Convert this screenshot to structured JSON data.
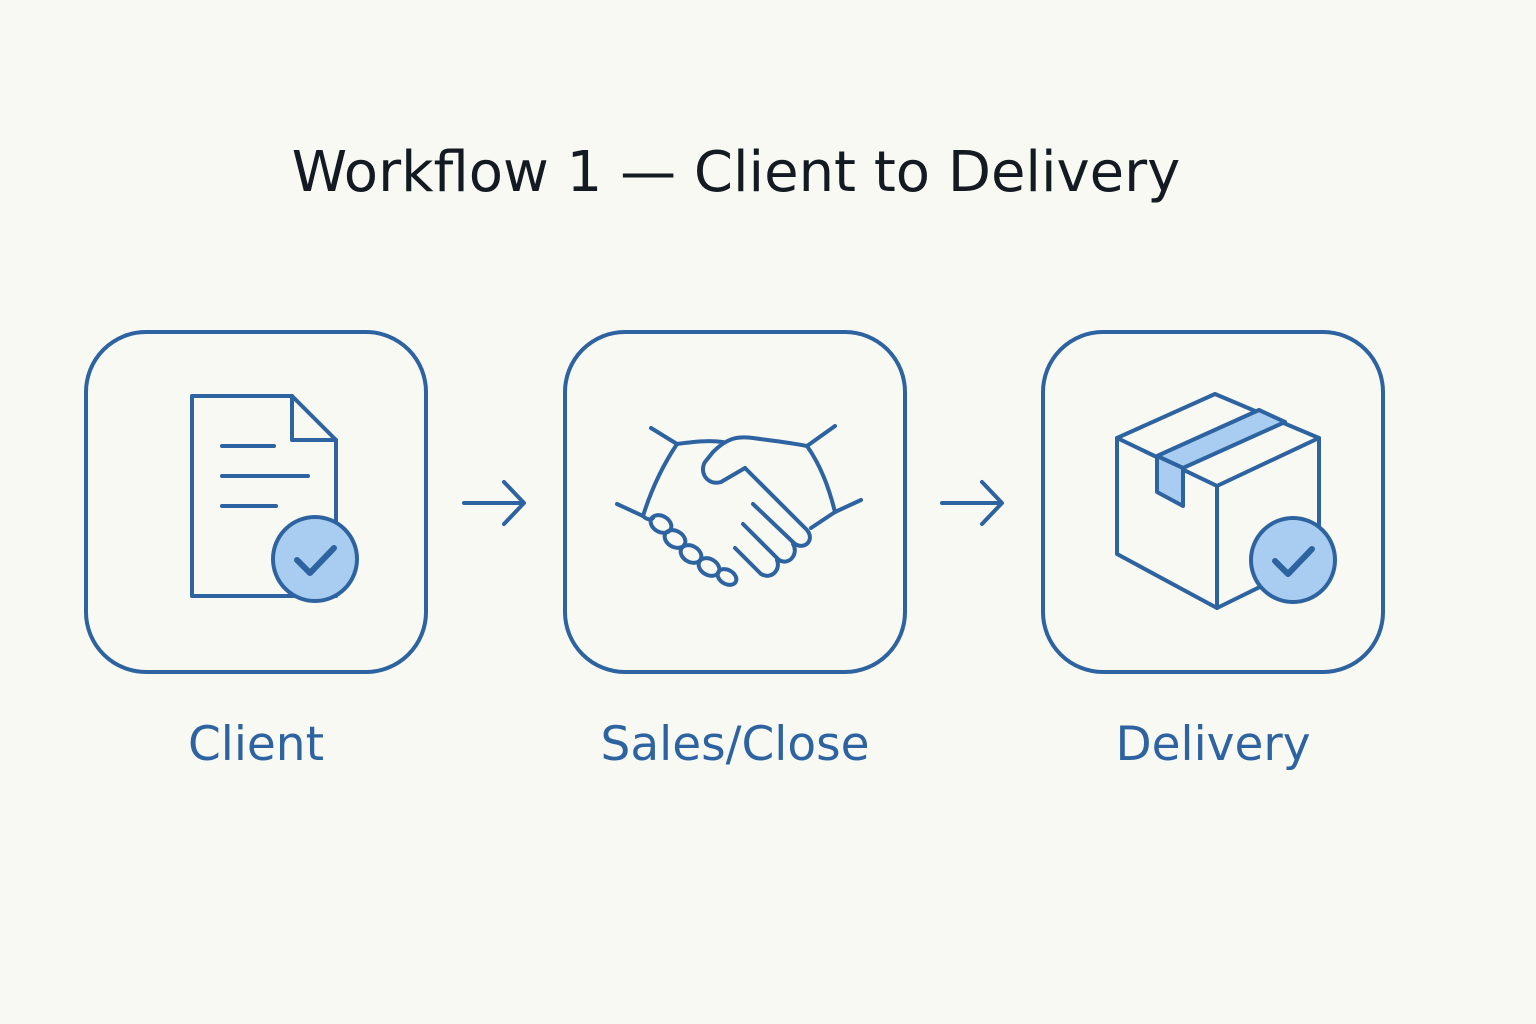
{
  "title": "Workflow 1 — Client to Delivery",
  "steps": [
    {
      "label": "Client",
      "icon": "document-check-icon"
    },
    {
      "label": "Sales/Close",
      "icon": "handshake-icon"
    },
    {
      "label": "Delivery",
      "icon": "package-check-icon"
    }
  ],
  "connectors": [
    "arrow-right-icon",
    "arrow-right-icon"
  ],
  "colors": {
    "background": "#f9f9f3",
    "title": "#141a22",
    "accent": "#2d63a0",
    "accent_fill": "#a9cdf0"
  }
}
